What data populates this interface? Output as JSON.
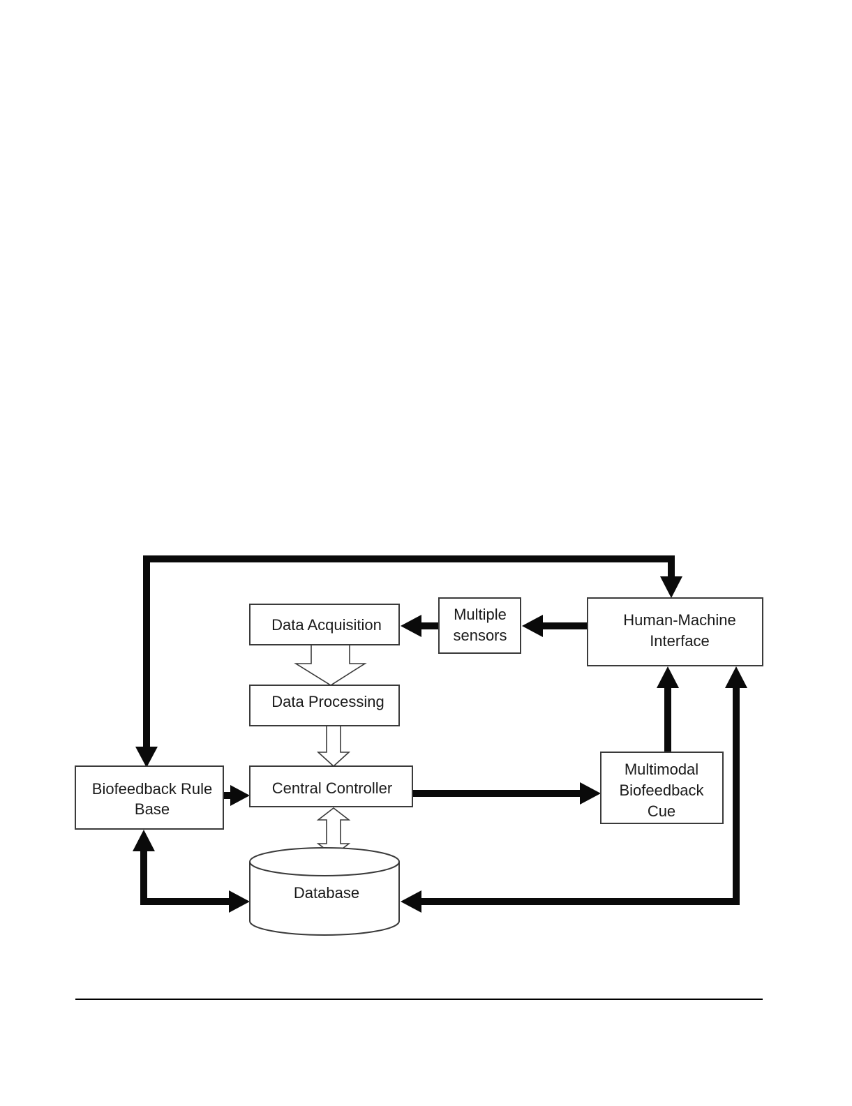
{
  "diagram": {
    "nodes": {
      "data_acquisition": {
        "lines": [
          "Data Acquisition"
        ]
      },
      "multiple_sensors": {
        "lines": [
          "Multiple",
          "sensors"
        ]
      },
      "human_machine_interface": {
        "lines": [
          "Human-Machine",
          "Interface"
        ]
      },
      "data_processing": {
        "lines": [
          "Data Processing"
        ]
      },
      "central_controller": {
        "lines": [
          "Central Controller"
        ]
      },
      "biofeedback_rule_base": {
        "lines": [
          "Biofeedback Rule",
          "Base"
        ]
      },
      "multimodal_biofeedback_cue": {
        "lines": [
          "Multimodal",
          "Biofeedback",
          "Cue"
        ]
      },
      "database": {
        "lines": [
          "Database"
        ]
      }
    },
    "edges": [
      {
        "from": "Human-Machine Interface",
        "to": "Multiple sensors",
        "style": "solid"
      },
      {
        "from": "Multiple sensors",
        "to": "Data Acquisition",
        "style": "solid"
      },
      {
        "from": "Data Acquisition",
        "to": "Data Processing",
        "style": "hollow"
      },
      {
        "from": "Data Processing",
        "to": "Central Controller",
        "style": "hollow"
      },
      {
        "from": "Central Controller",
        "to": "Database",
        "style": "hollow-bidirectional"
      },
      {
        "from": "Biofeedback Rule Base",
        "to": "Central Controller",
        "style": "solid"
      },
      {
        "from": "Central Controller",
        "to": "Multimodal Biofeedback Cue",
        "style": "solid"
      },
      {
        "from": "Multimodal Biofeedback Cue",
        "to": "Human-Machine Interface",
        "style": "solid"
      },
      {
        "from": "Database",
        "to": "Biofeedback Rule Base",
        "style": "solid-bidirectional"
      },
      {
        "from": "Human-Machine Interface",
        "to": "Database",
        "style": "solid-bidirectional"
      },
      {
        "from": "Human-Machine Interface",
        "to": "Biofeedback Rule Base",
        "style": "solid-bidirectional"
      }
    ]
  }
}
